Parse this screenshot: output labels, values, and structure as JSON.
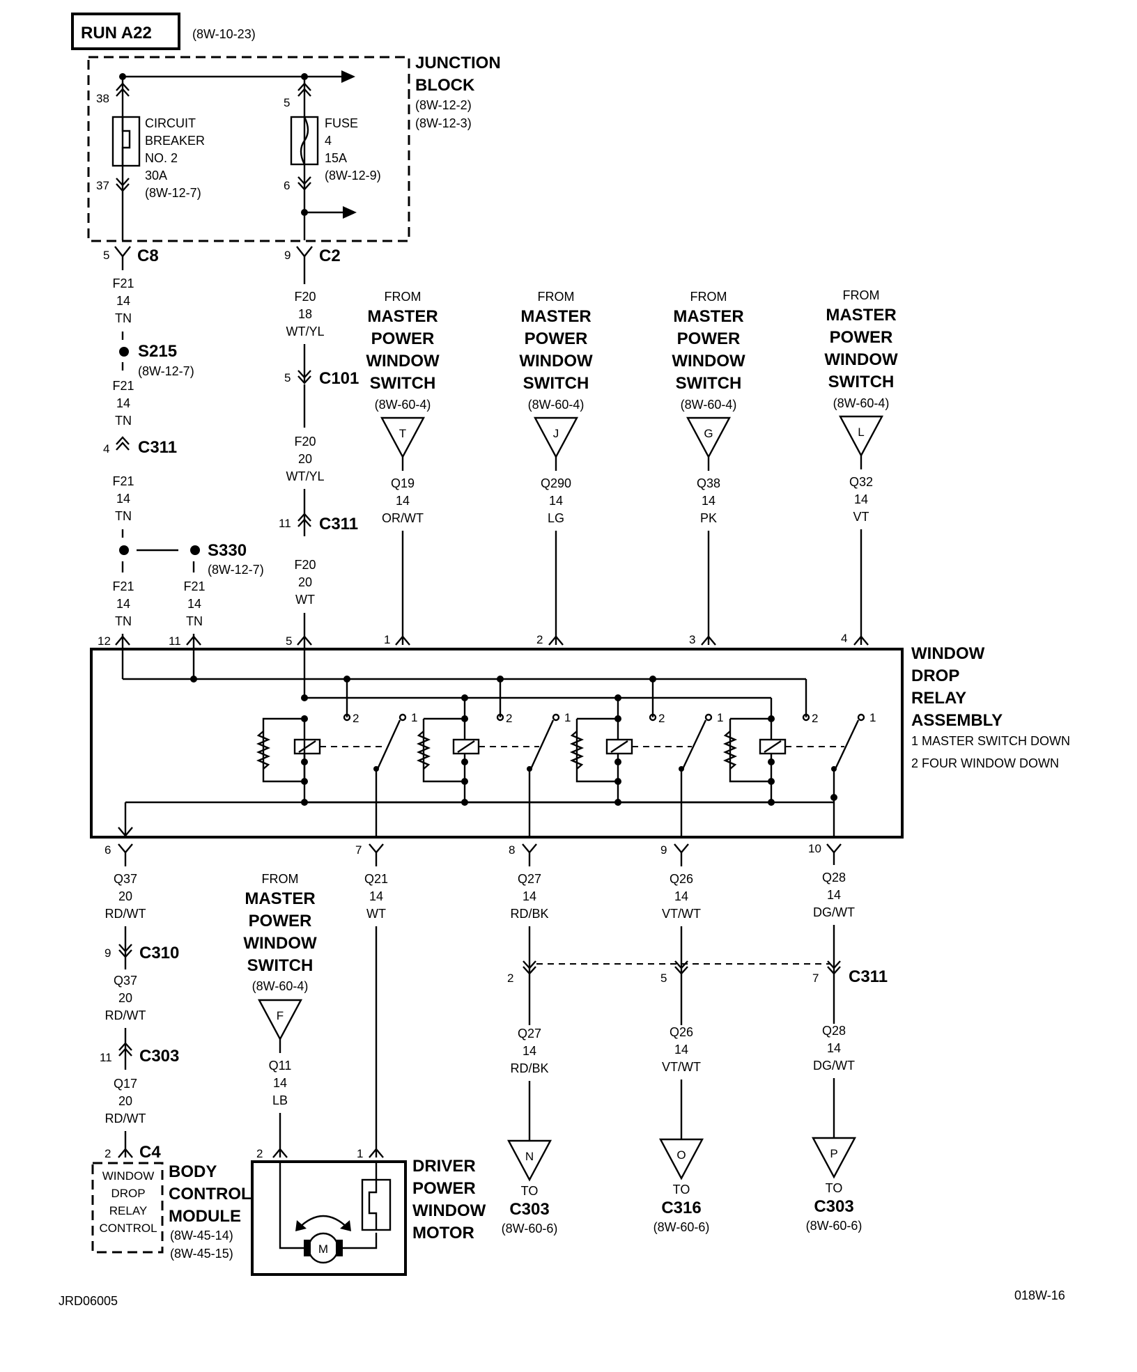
{
  "header": {
    "run": "RUN A22",
    "run_ref": "(8W-10-23)"
  },
  "junction": {
    "line1": "JUNCTION",
    "line2": "BLOCK",
    "ref1": "(8W-12-2)",
    "ref2": "(8W-12-3)"
  },
  "breaker": {
    "l1": "CIRCUIT",
    "l2": "BREAKER",
    "l3": "NO. 2",
    "l4": "30A",
    "l5": "(8W-12-7)",
    "pin_top": "38",
    "pin_bot": "37"
  },
  "fuse": {
    "l1": "FUSE",
    "l2": "4",
    "l3": "15A",
    "l4": "(8W-12-9)",
    "pin_top": "5",
    "pin_bot": "6"
  },
  "left_wire": {
    "c8_pin": "5",
    "c8": "C8",
    "w1": [
      "F21",
      "14",
      "TN"
    ],
    "s215": "S215",
    "s215_ref": "(8W-12-7)",
    "w2": [
      "F21",
      "14",
      "TN"
    ],
    "c311_pin": "4",
    "c311": "C311",
    "w3": [
      "F21",
      "14",
      "TN"
    ],
    "s330": "S330",
    "s330_ref": "(8W-12-7)",
    "w4": [
      "F21",
      "14",
      "TN"
    ],
    "w5": [
      "F21",
      "14",
      "TN"
    ]
  },
  "mid_wire": {
    "c2_pin": "9",
    "c2": "C2",
    "w1": [
      "F20",
      "18",
      "WT/YL"
    ],
    "c101_pin": "5",
    "c101": "C101",
    "w2": [
      "F20",
      "20",
      "WT/YL"
    ],
    "c311_pin": "11",
    "c311": "C311",
    "w3": [
      "F20",
      "20",
      "WT"
    ]
  },
  "from_text": {
    "from": "FROM",
    "l1": "MASTER",
    "l2": "POWER",
    "l3": "WINDOW",
    "l4": "SWITCH",
    "ref": "(8W-60-4)"
  },
  "inputs": [
    {
      "letter": "T",
      "wire": [
        "Q19",
        "14",
        "OR/WT"
      ],
      "pin": "1"
    },
    {
      "letter": "J",
      "wire": [
        "Q290",
        "14",
        "LG"
      ],
      "pin": "2"
    },
    {
      "letter": "G",
      "wire": [
        "Q38",
        "14",
        "PK"
      ],
      "pin": "3"
    },
    {
      "letter": "L",
      "wire": [
        "Q32",
        "14",
        "VT"
      ],
      "pin": "4"
    }
  ],
  "relay_top_pins": [
    "12",
    "11",
    "5"
  ],
  "relay": {
    "l1": "WINDOW",
    "l2": "DROP",
    "l3": "RELAY",
    "l4": "ASSEMBLY",
    "note1": "1 MASTER SWITCH DOWN",
    "note2": "2 FOUR WINDOW DOWN",
    "pos1": "1",
    "pos2": "2"
  },
  "bottom_pins": [
    "6",
    "7",
    "8",
    "9",
    "10"
  ],
  "q37": {
    "w1": [
      "Q37",
      "20",
      "RD/WT"
    ],
    "c310_pin": "9",
    "c310": "C310",
    "w2": [
      "Q37",
      "20",
      "RD/WT"
    ],
    "c303_pin": "11",
    "c303": "C303",
    "w3": [
      "Q17",
      "20",
      "RD/WT"
    ],
    "c4_pin": "2",
    "c4": "C4"
  },
  "bcm": {
    "box1": "WINDOW",
    "box2": "DROP",
    "box3": "RELAY",
    "box4": "CONTROL",
    "l1": "BODY",
    "l2": "CONTROL",
    "l3": "MODULE",
    "ref1": "(8W-45-14)",
    "ref2": "(8W-45-15)"
  },
  "f_input": {
    "letter": "F",
    "wire": [
      "Q11",
      "14",
      "LB"
    ]
  },
  "q21": [
    "Q21",
    "14",
    "WT"
  ],
  "motor": {
    "pin_left": "2",
    "pin_right": "1",
    "m": "M",
    "l1": "DRIVER",
    "l2": "POWER",
    "l3": "WINDOW",
    "l4": "MOTOR"
  },
  "outputs": [
    {
      "w1": [
        "Q27",
        "14",
        "RD/BK"
      ],
      "c311_pin": "2",
      "w2": [
        "Q27",
        "14",
        "RD/BK"
      ],
      "letter": "N",
      "to": "TO",
      "conn": "C303",
      "ref": "(8W-60-6)"
    },
    {
      "w1": [
        "Q26",
        "14",
        "VT/WT"
      ],
      "c311_pin": "5",
      "w2": [
        "Q26",
        "14",
        "VT/WT"
      ],
      "letter": "O",
      "to": "TO",
      "conn": "C316",
      "ref": "(8W-60-6)"
    },
    {
      "w1": [
        "Q28",
        "14",
        "DG/WT"
      ],
      "c311_pin": "7",
      "w2": [
        "Q28",
        "14",
        "DG/WT"
      ],
      "letter": "P",
      "to": "TO",
      "conn": "C303",
      "ref": "(8W-60-6)"
    }
  ],
  "out_c311": "C311",
  "footer": {
    "left": "JRD06005",
    "right": "018W-16"
  }
}
